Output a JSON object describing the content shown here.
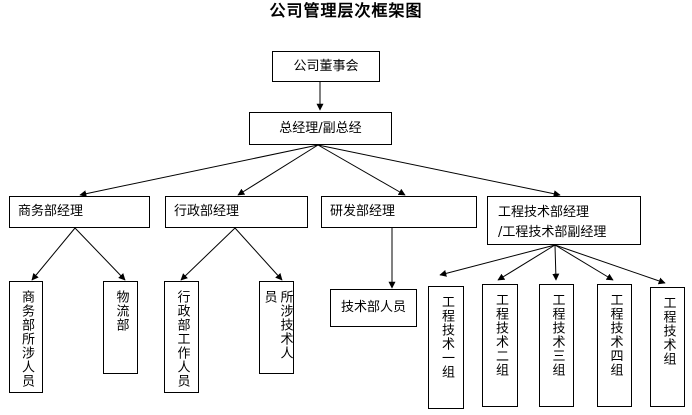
{
  "title": "公司管理层次框架图",
  "nodes": {
    "board": "公司董事会",
    "gm": "总经理/副总经",
    "business": "商务部经理",
    "admin": "行政部经理",
    "rnd": "研发部经理",
    "eng_line1": "工程技术部经理",
    "eng_line2": "/工程技术部副经理",
    "business_staff": "商务部所涉人员",
    "logistics": "物流部",
    "admin_staff": "行政部工作人员",
    "tech_staff_admin": "所涉技术人员",
    "tech_dept_staff": "技术部人员",
    "eng_group1": "工程技术一组",
    "eng_group2": "工程技术二组",
    "eng_group3": "工程技术三组",
    "eng_group4": "工程技术四组",
    "eng_group5": "工程技术组"
  }
}
